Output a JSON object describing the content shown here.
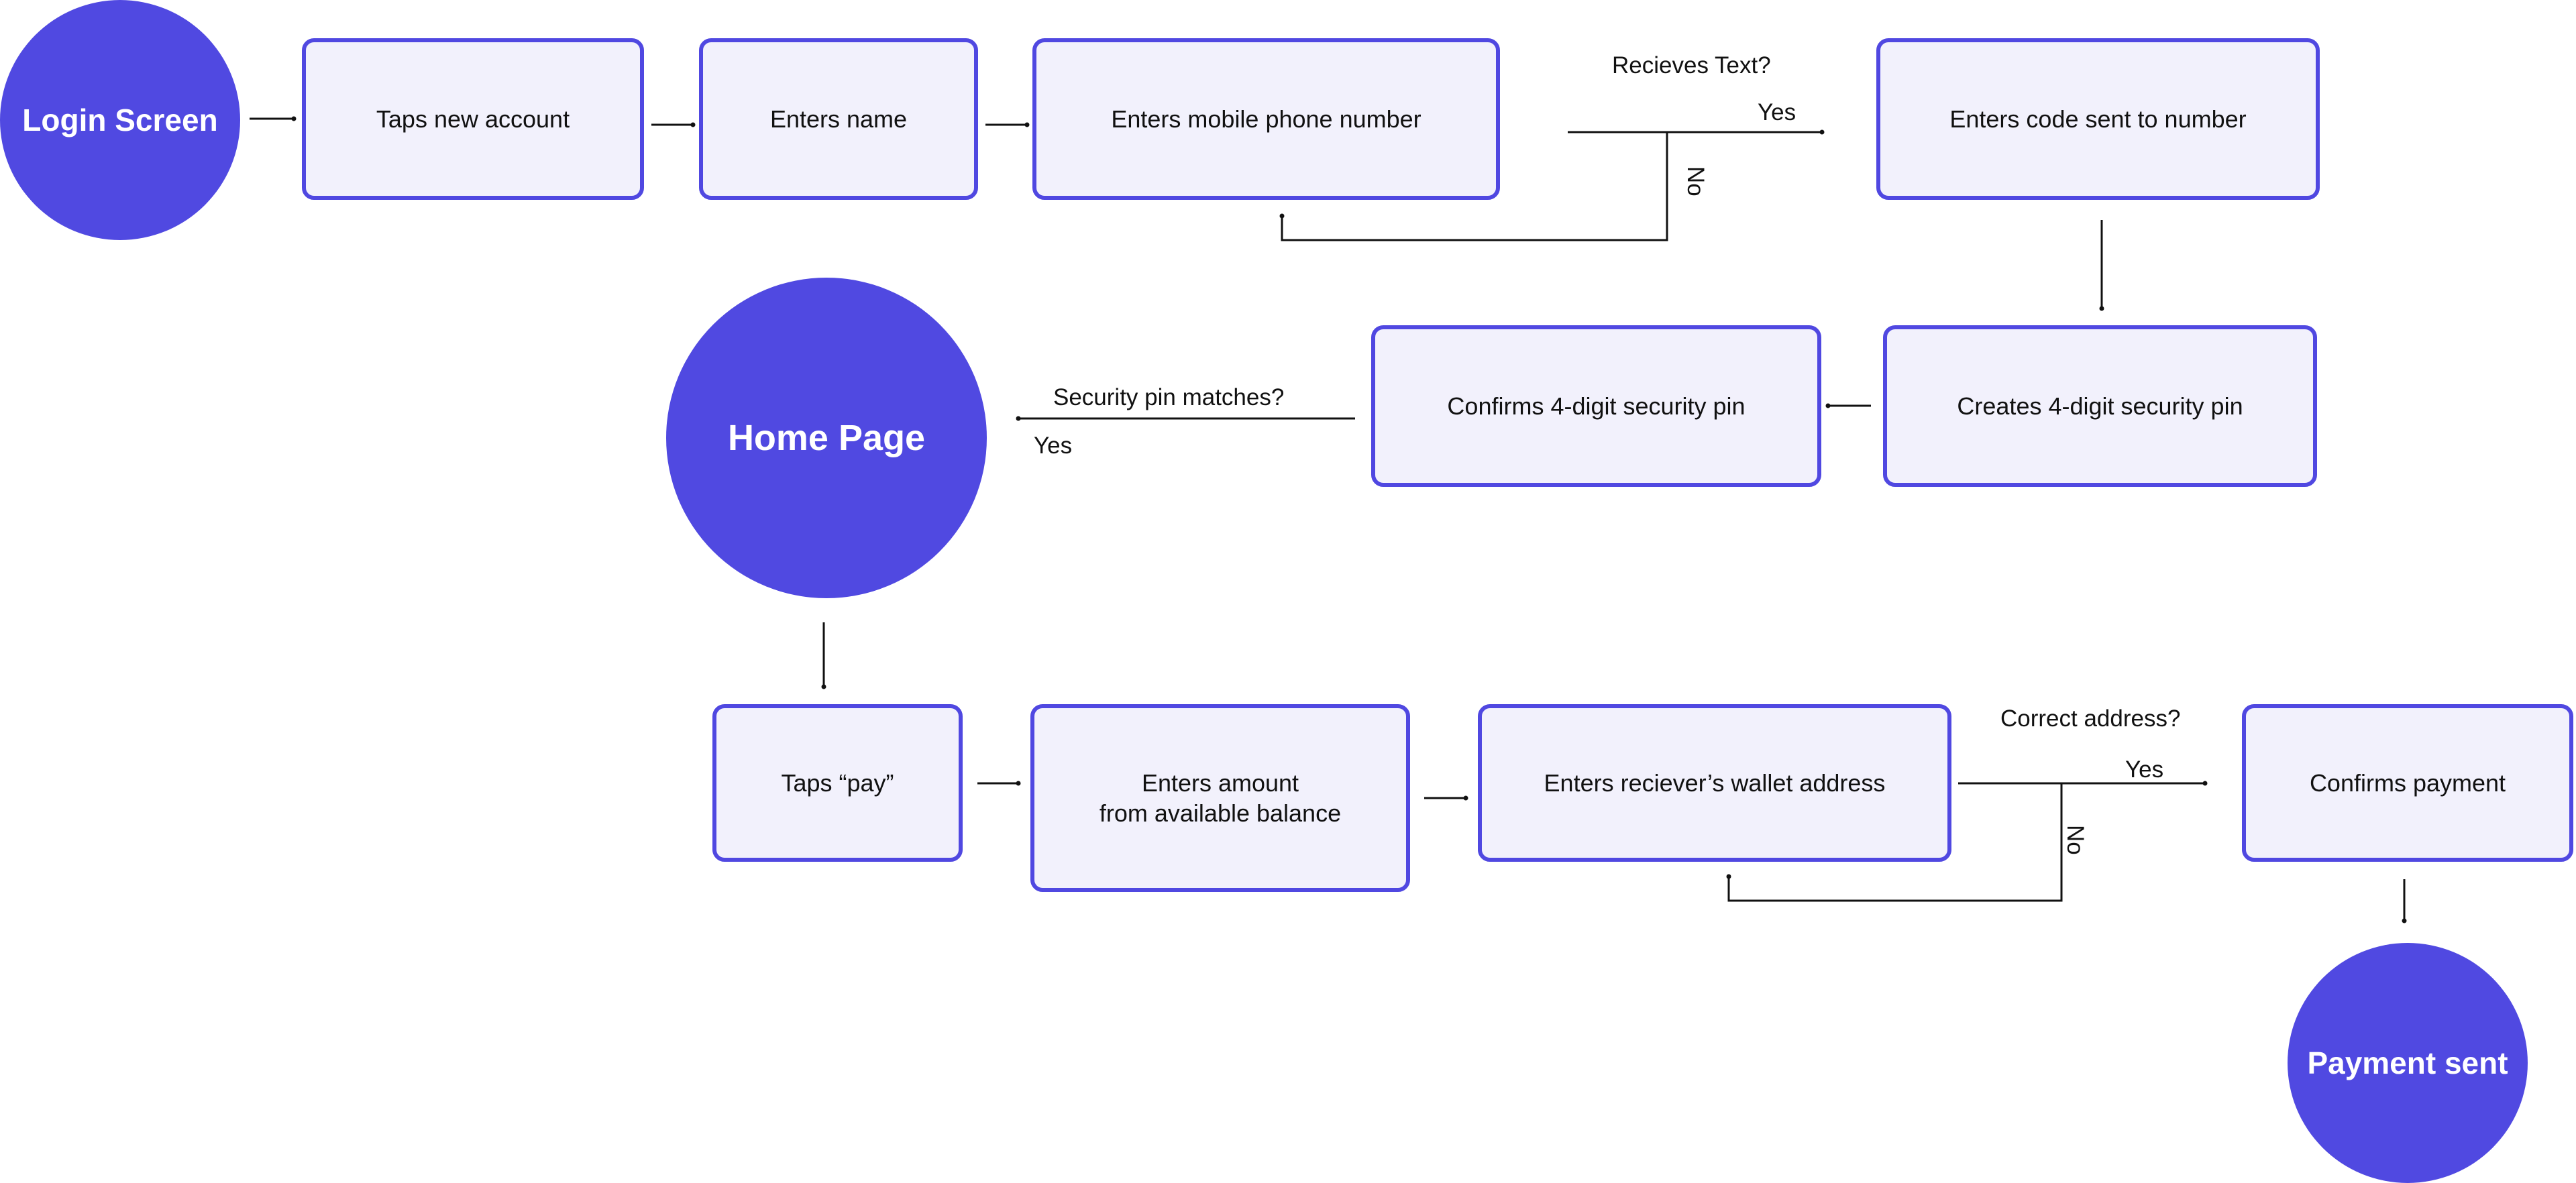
{
  "nodes": {
    "login": "Login Screen",
    "taps_new_account": "Taps new account",
    "enters_name": "Enters name",
    "enters_phone": "Enters mobile phone number",
    "enters_code": "Enters code sent to number",
    "creates_pin": "Creates 4-digit security pin",
    "confirms_pin": "Confirms 4-digit security pin",
    "home": "Home Page",
    "taps_pay": "Taps “pay”",
    "enters_amount": "Enters amount\nfrom available balance",
    "enters_wallet": "Enters reciever’s wallet address",
    "confirms_payment": "Confirms payment",
    "payment_sent": "Payment sent"
  },
  "decisions": {
    "receives_text": {
      "question": "Recieves Text?",
      "yes": "Yes",
      "no": "No"
    },
    "pin_matches": {
      "question": "Security pin matches?",
      "yes": "Yes"
    },
    "correct_address": {
      "question": "Correct address?",
      "yes": "Yes",
      "no": "No"
    }
  },
  "colors": {
    "circle_fill": "#5049e1",
    "box_fill": "#f2f1fc",
    "box_border": "#5048e1",
    "line": "#111111"
  }
}
